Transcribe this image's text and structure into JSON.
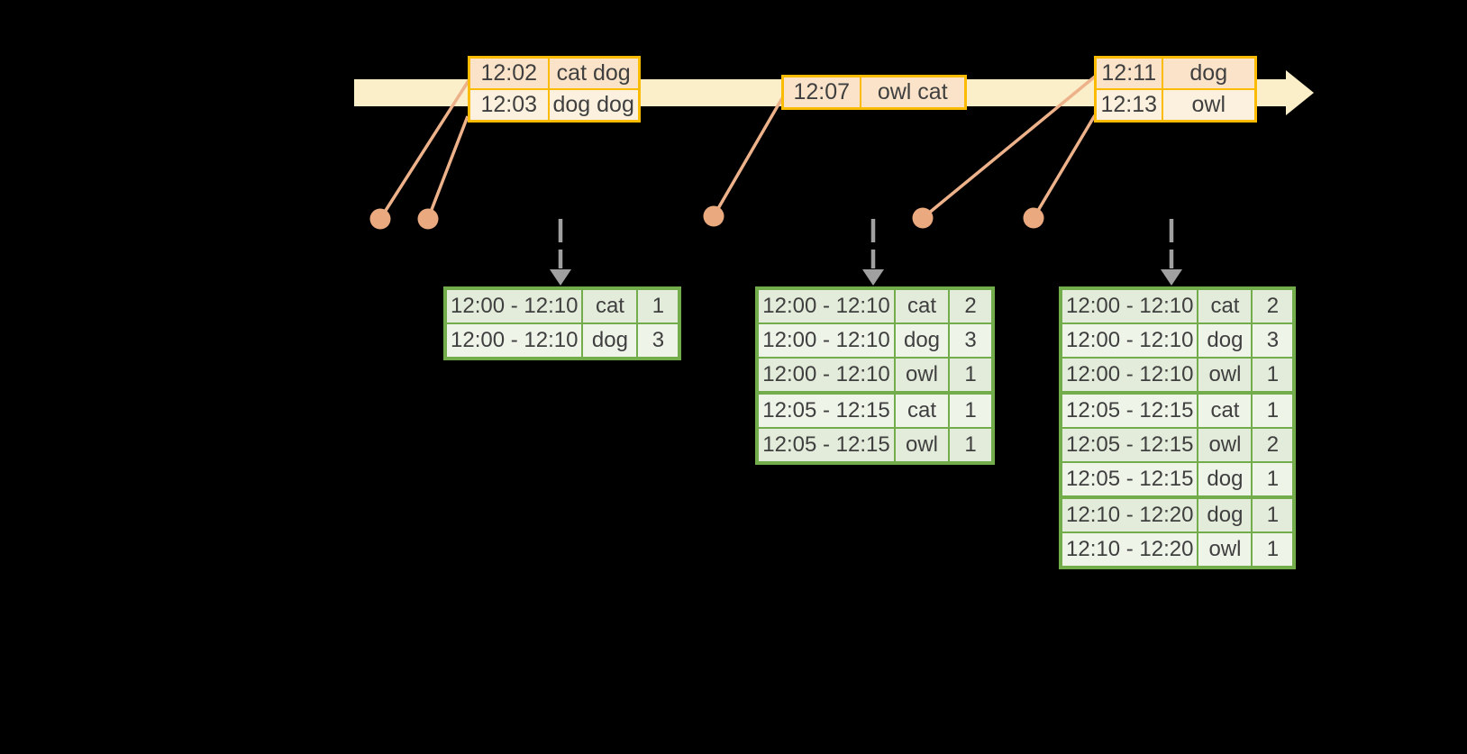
{
  "colors": {
    "background": "#000000",
    "timeline_fill": "#FAEFC8",
    "event_border": "#FBBB00",
    "event_row_odd": "#FAE3C8",
    "event_row_even": "#FCF1DF",
    "dot": "#EAA97E",
    "connector": "#EDB28A",
    "dashed_arrow": "#A0A0A0",
    "result_border": "#73AC4B",
    "result_row_odd": "#E3ECDA",
    "result_row_even": "#EFF4E9",
    "text": "#3F3F3F"
  },
  "event_tables": [
    {
      "rows": [
        [
          "12:02",
          "cat dog"
        ],
        [
          "12:03",
          "dog dog"
        ]
      ]
    },
    {
      "rows": [
        [
          "12:07",
          "owl cat"
        ]
      ]
    },
    {
      "rows": [
        [
          "12:11",
          "dog"
        ],
        [
          "12:13",
          "owl"
        ]
      ]
    }
  ],
  "result_tables": [
    {
      "rows": [
        [
          "12:00 - 12:10",
          "cat",
          "1"
        ],
        [
          "12:00 - 12:10",
          "dog",
          "3"
        ]
      ]
    },
    {
      "rows": [
        [
          "12:00 - 12:10",
          "cat",
          "2"
        ],
        [
          "12:00 - 12:10",
          "dog",
          "3"
        ],
        [
          "12:00 - 12:10",
          "owl",
          "1"
        ],
        [
          "12:05 - 12:15",
          "cat",
          "1"
        ],
        [
          "12:05 - 12:15",
          "owl",
          "1"
        ]
      ]
    },
    {
      "rows": [
        [
          "12:00 - 12:10",
          "cat",
          "2"
        ],
        [
          "12:00 - 12:10",
          "dog",
          "3"
        ],
        [
          "12:00 - 12:10",
          "owl",
          "1"
        ],
        [
          "12:05 - 12:15",
          "cat",
          "1"
        ],
        [
          "12:05 - 12:15",
          "owl",
          "2"
        ],
        [
          "12:05 - 12:15",
          "dog",
          "1"
        ],
        [
          "12:10 - 12:20",
          "dog",
          "1"
        ],
        [
          "12:10 - 12:20",
          "owl",
          "1"
        ]
      ]
    }
  ]
}
